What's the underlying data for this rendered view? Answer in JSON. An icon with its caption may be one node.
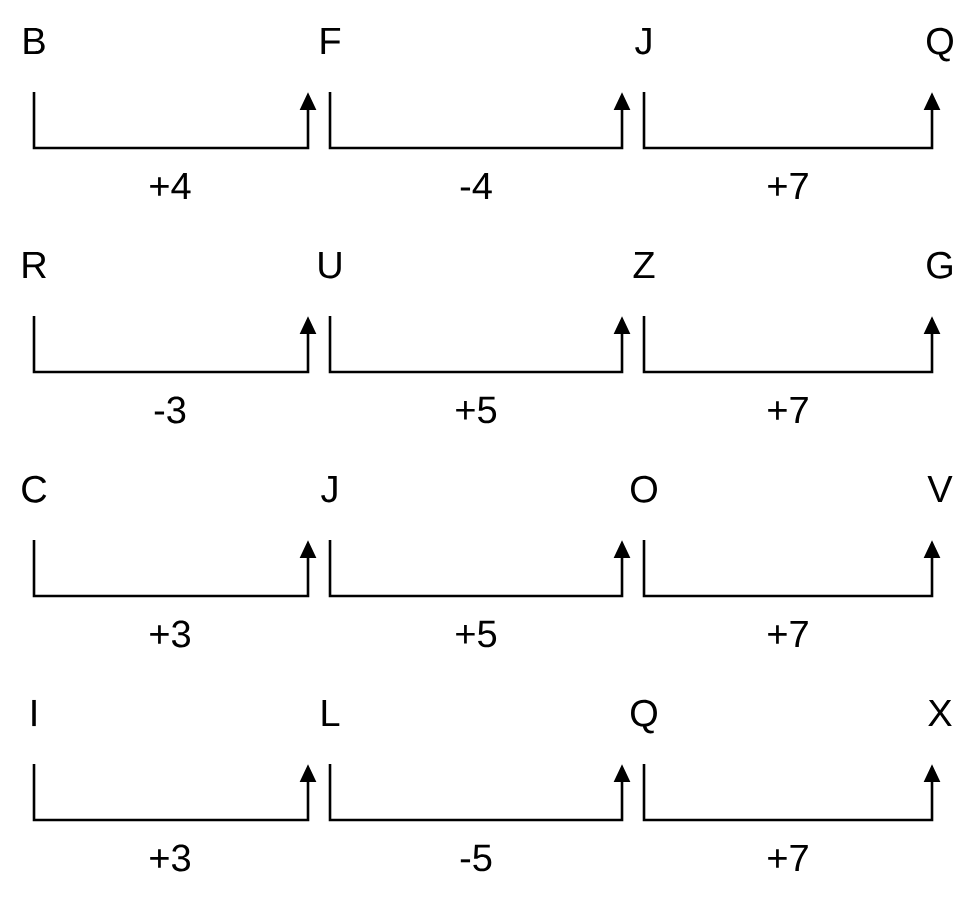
{
  "diagram": {
    "nodes": [
      {
        "text": [
          "B"
        ]
      },
      {
        "text": [
          "F"
        ]
      },
      {
        "text": [
          "J"
        ]
      },
      {
        "text": [
          "Q"
        ]
      },
      {
        "text": [
          "R"
        ]
      },
      {
        "text": [
          "U"
        ]
      },
      {
        "text": [
          "Z"
        ]
      },
      {
        "text": [
          "G"
        ]
      },
      {
        "text": [
          "C"
        ]
      },
      {
        "text": [
          "J"
        ]
      },
      {
        "text": [
          "O"
        ]
      },
      {
        "text": [
          "V"
        ]
      },
      {
        "text": [
          "I"
        ]
      },
      {
        "text": [
          "L"
        ]
      },
      {
        "text": [
          "Q"
        ]
      },
      {
        "text": [
          "X"
        ]
      }
    ],
    "edges": [
      {
        "from": 0,
        "to": 1,
        "arrow": "to",
        "label": "+4"
      },
      {
        "from": 1,
        "to": 2,
        "arrow": "to",
        "label": "-4"
      },
      {
        "from": 2,
        "to": 3,
        "arrow": "to",
        "label": "+7"
      },
      {
        "from": 4,
        "to": 5,
        "arrow": "to",
        "label": "-3"
      },
      {
        "from": 5,
        "to": 6,
        "arrow": "to",
        "label": "+5"
      },
      {
        "from": 6,
        "to": 7,
        "arrow": "to",
        "label": "+7"
      },
      {
        "from": 8,
        "to": 9,
        "arrow": "to",
        "label": "+3"
      },
      {
        "from": 9,
        "to": 10,
        "arrow": "to",
        "label": "+5"
      },
      {
        "from": 10,
        "to": 11,
        "arrow": "to",
        "label": "+7"
      },
      {
        "from": 12,
        "to": 13,
        "arrow": "to",
        "label": "+3"
      },
      {
        "from": 13,
        "to": 14,
        "arrow": "to",
        "label": "-5"
      },
      {
        "from": 14,
        "to": 15,
        "arrow": "to",
        "label": "+7"
      }
    ]
  }
}
